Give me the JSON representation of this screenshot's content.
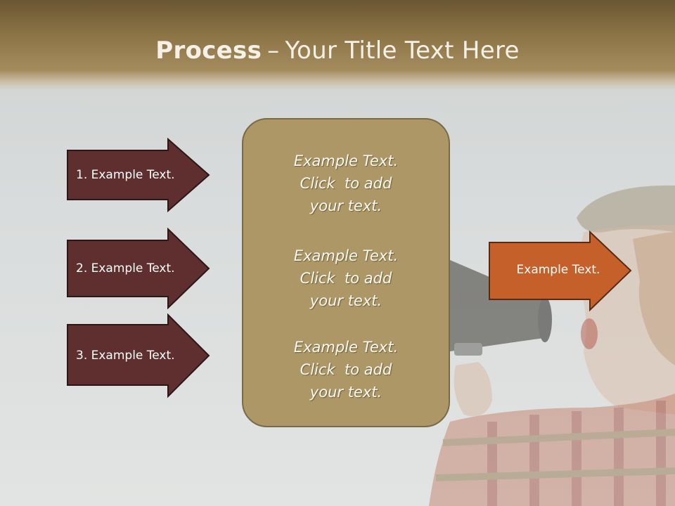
{
  "slide": {
    "title_bold": "Process",
    "title_sep": "–",
    "title_rest": "Your Title Text Here"
  },
  "steps": [
    {
      "label": "1. Example Text."
    },
    {
      "label": "2. Example Text."
    },
    {
      "label": "3. Example Text."
    }
  ],
  "center_box": {
    "items": [
      {
        "line1": "Example Text.",
        "line2": "Click  to add",
        "line3": "your text."
      },
      {
        "line1": "Example Text.",
        "line2": "Click  to add",
        "line3": "your text."
      },
      {
        "line1": "Example Text.",
        "line2": "Click  to add",
        "line3": "your text."
      }
    ]
  },
  "output_arrow": {
    "label": "Example Text."
  },
  "colors": {
    "step_arrow": "#5e2f2e",
    "output_arrow": "#c5602b",
    "header": "#8c7446",
    "box": "#ad9766"
  },
  "icons": {
    "background_image": "child-with-megaphone-photo"
  }
}
